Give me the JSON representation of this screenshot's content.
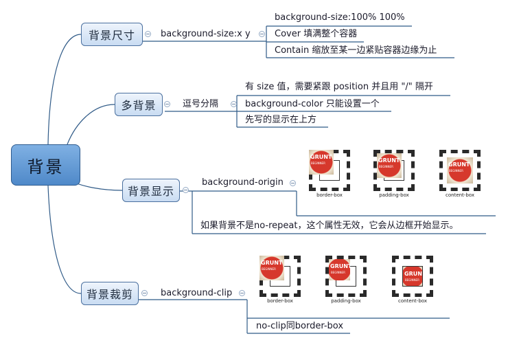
{
  "mindmap": {
    "root": "背景",
    "size": {
      "label": "背景尺寸",
      "child": "background-size:x y",
      "items": [
        "background-size:100%  100%",
        "Cover 填满整个容器",
        "Contain 缩放至某一边紧贴容器边缘为止"
      ]
    },
    "multi": {
      "label": "多背景",
      "child": "逗号分隔",
      "items": [
        "有  size 值，需要紧跟  position 并且用 \"/\" 隔开",
        "background-color 只能设置一个",
        "先写的显示在上方"
      ]
    },
    "display": {
      "label": "背景显示",
      "child": "background-origin",
      "note": "如果背景不是no-repeat，这个属性无效，它会从边框开始显示。",
      "figures": [
        {
          "caption": "border-box",
          "grunt": "GRUNT",
          "beginner": "BEGINNER"
        },
        {
          "caption": "padding-box",
          "grunt": "GRUNT",
          "beginner": "BEGINNER"
        },
        {
          "caption": "content-box",
          "grunt": "GRUNT",
          "beginner": "BEGINNER"
        }
      ]
    },
    "clip": {
      "label": "背景裁剪",
      "child": "background-clip",
      "note": "no-clip同border-box",
      "figures": [
        {
          "caption": "border-box",
          "grunt": "GRUNT",
          "beginner": "BEGINNER"
        },
        {
          "caption": "padding-box",
          "grunt": "GRUNT",
          "beginner": "BEGINNER"
        },
        {
          "caption": "content-box",
          "grunt": "GRUNT",
          "beginner": "BEGINNER"
        }
      ]
    }
  },
  "colors": {
    "connector": "#2f5a87",
    "root_fill": "#5b93d1",
    "node_fill": "#c9dcf2"
  }
}
